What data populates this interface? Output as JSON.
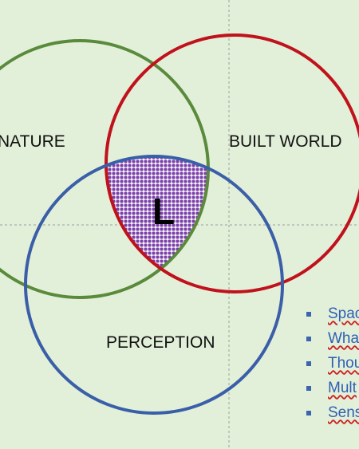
{
  "diagram": {
    "circles": [
      {
        "label": "NATURE",
        "color": "#5a8a3c"
      },
      {
        "label": "BUILT WORLD",
        "color": "#c0121c"
      },
      {
        "label": "PERCEPTION",
        "color": "#3a5fa8"
      }
    ],
    "intersection_label": "L",
    "intersection_fill": "#7a3fa8",
    "guide_line_color": "#9aa0a0"
  },
  "bullets": [
    {
      "text": "Spac"
    },
    {
      "text": "Wha"
    },
    {
      "text": "Thou"
    },
    {
      "text": "Mult"
    },
    {
      "text": "Sens"
    }
  ],
  "colors": {
    "background": "#e3f0d9",
    "bullet_mark": "#3a66b0",
    "bullet_text": "#2f5fb3"
  }
}
